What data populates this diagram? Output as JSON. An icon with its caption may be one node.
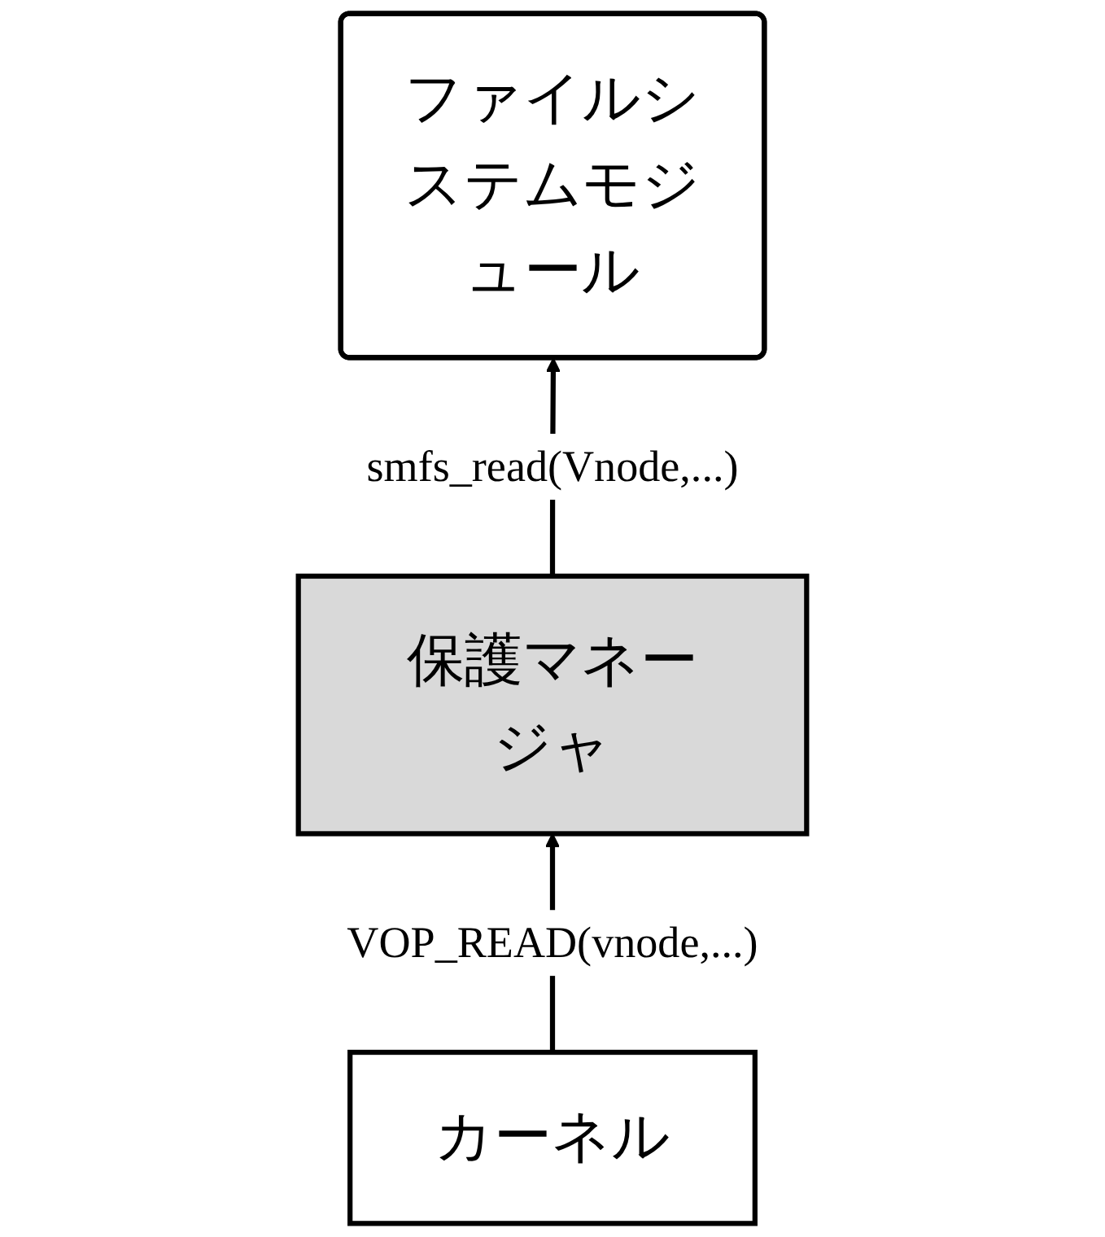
{
  "diagram": {
    "nodes": [
      {
        "text": [
          "ファイルシステムモジュール"
        ]
      },
      {
        "text": [
          "保護マネージャ"
        ]
      },
      {
        "text": [
          "カーネル"
        ]
      }
    ],
    "edges": [
      {
        "from": 1,
        "to": 0,
        "arrow": "to",
        "label": "smfs_read(Vnode,...)"
      },
      {
        "from": 2,
        "to": 1,
        "arrow": "to",
        "label": "VOP_READ(vnode,...)"
      }
    ]
  }
}
